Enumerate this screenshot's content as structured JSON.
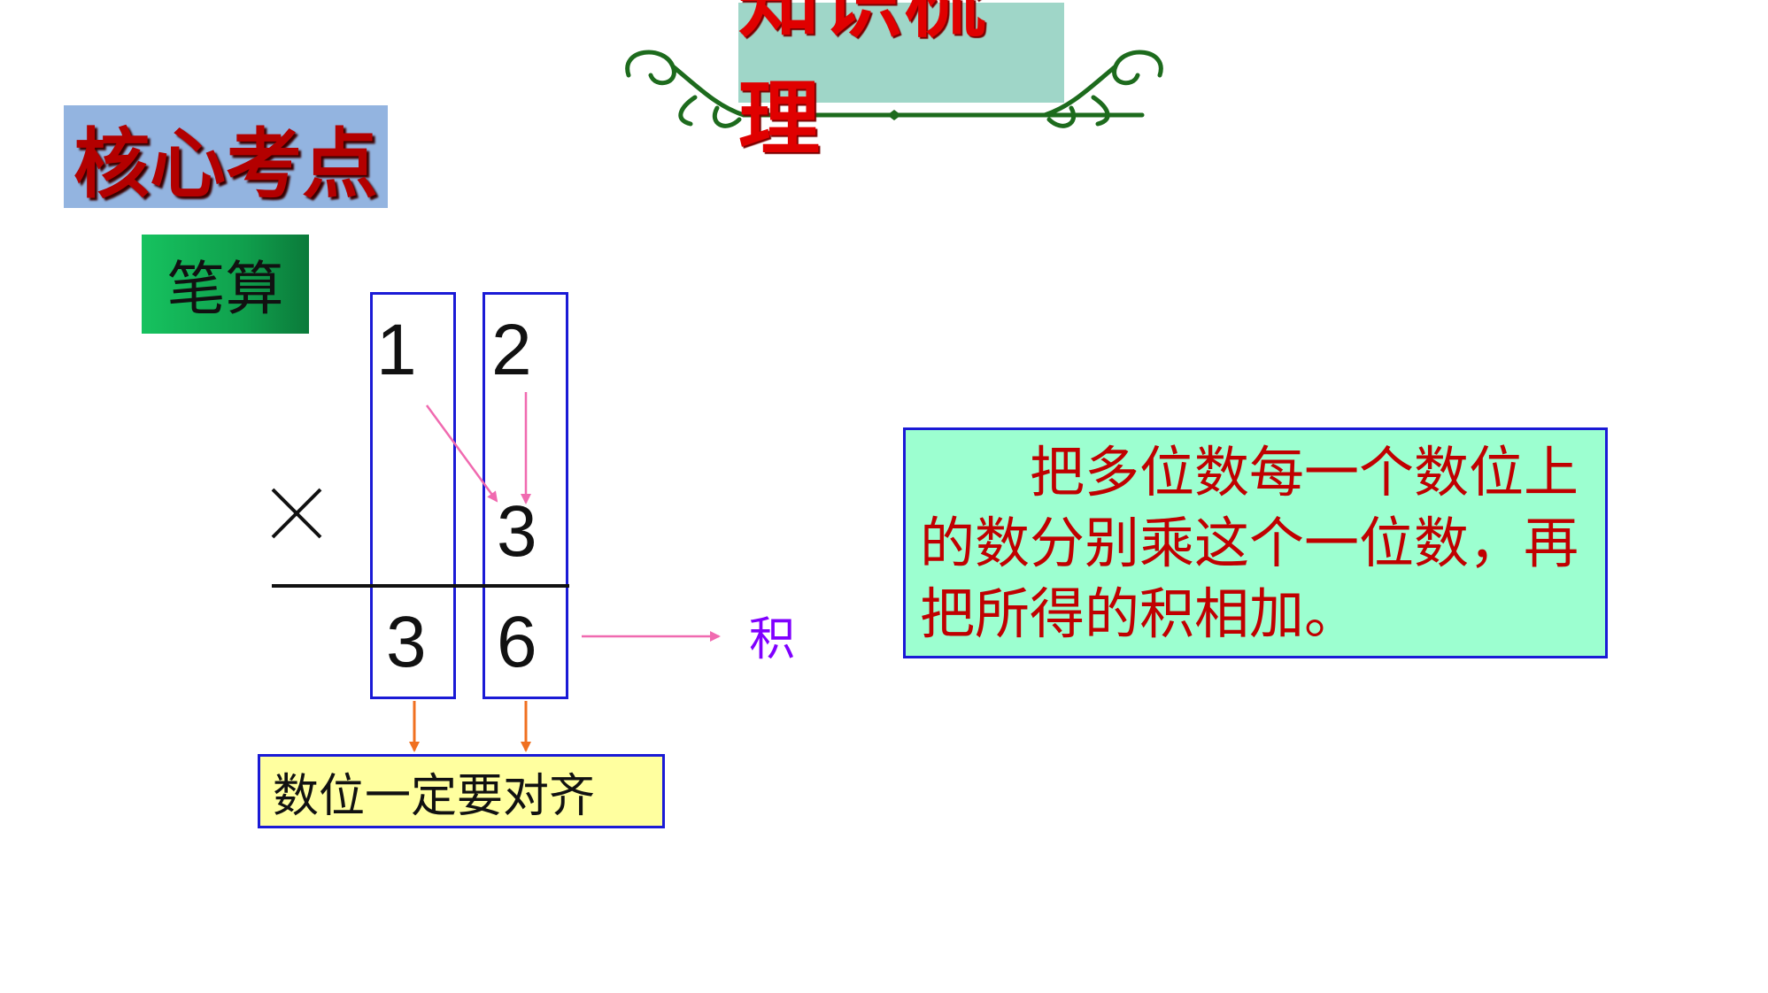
{
  "header": {
    "title": "知识梳理",
    "ornament_color": "#1d6b1d"
  },
  "badges": {
    "core": "核心考点",
    "calc": "笔算"
  },
  "calculation": {
    "multiplicand": [
      "1",
      "2"
    ],
    "multiplier": "3",
    "operator": "×",
    "product": [
      "3",
      "6"
    ]
  },
  "labels": {
    "product": "积",
    "align_note": "数位一定要对齐"
  },
  "rule": {
    "text": "把多位数每一个数位上的数分别乘这个一位数，再把所得的积相加。"
  },
  "colors": {
    "title_red": "#e00000",
    "box_blue": "#1a1ad6",
    "pink_arrow": "#f06ab0",
    "orange_arrow": "#f07020",
    "product_purple": "#8000ff"
  }
}
